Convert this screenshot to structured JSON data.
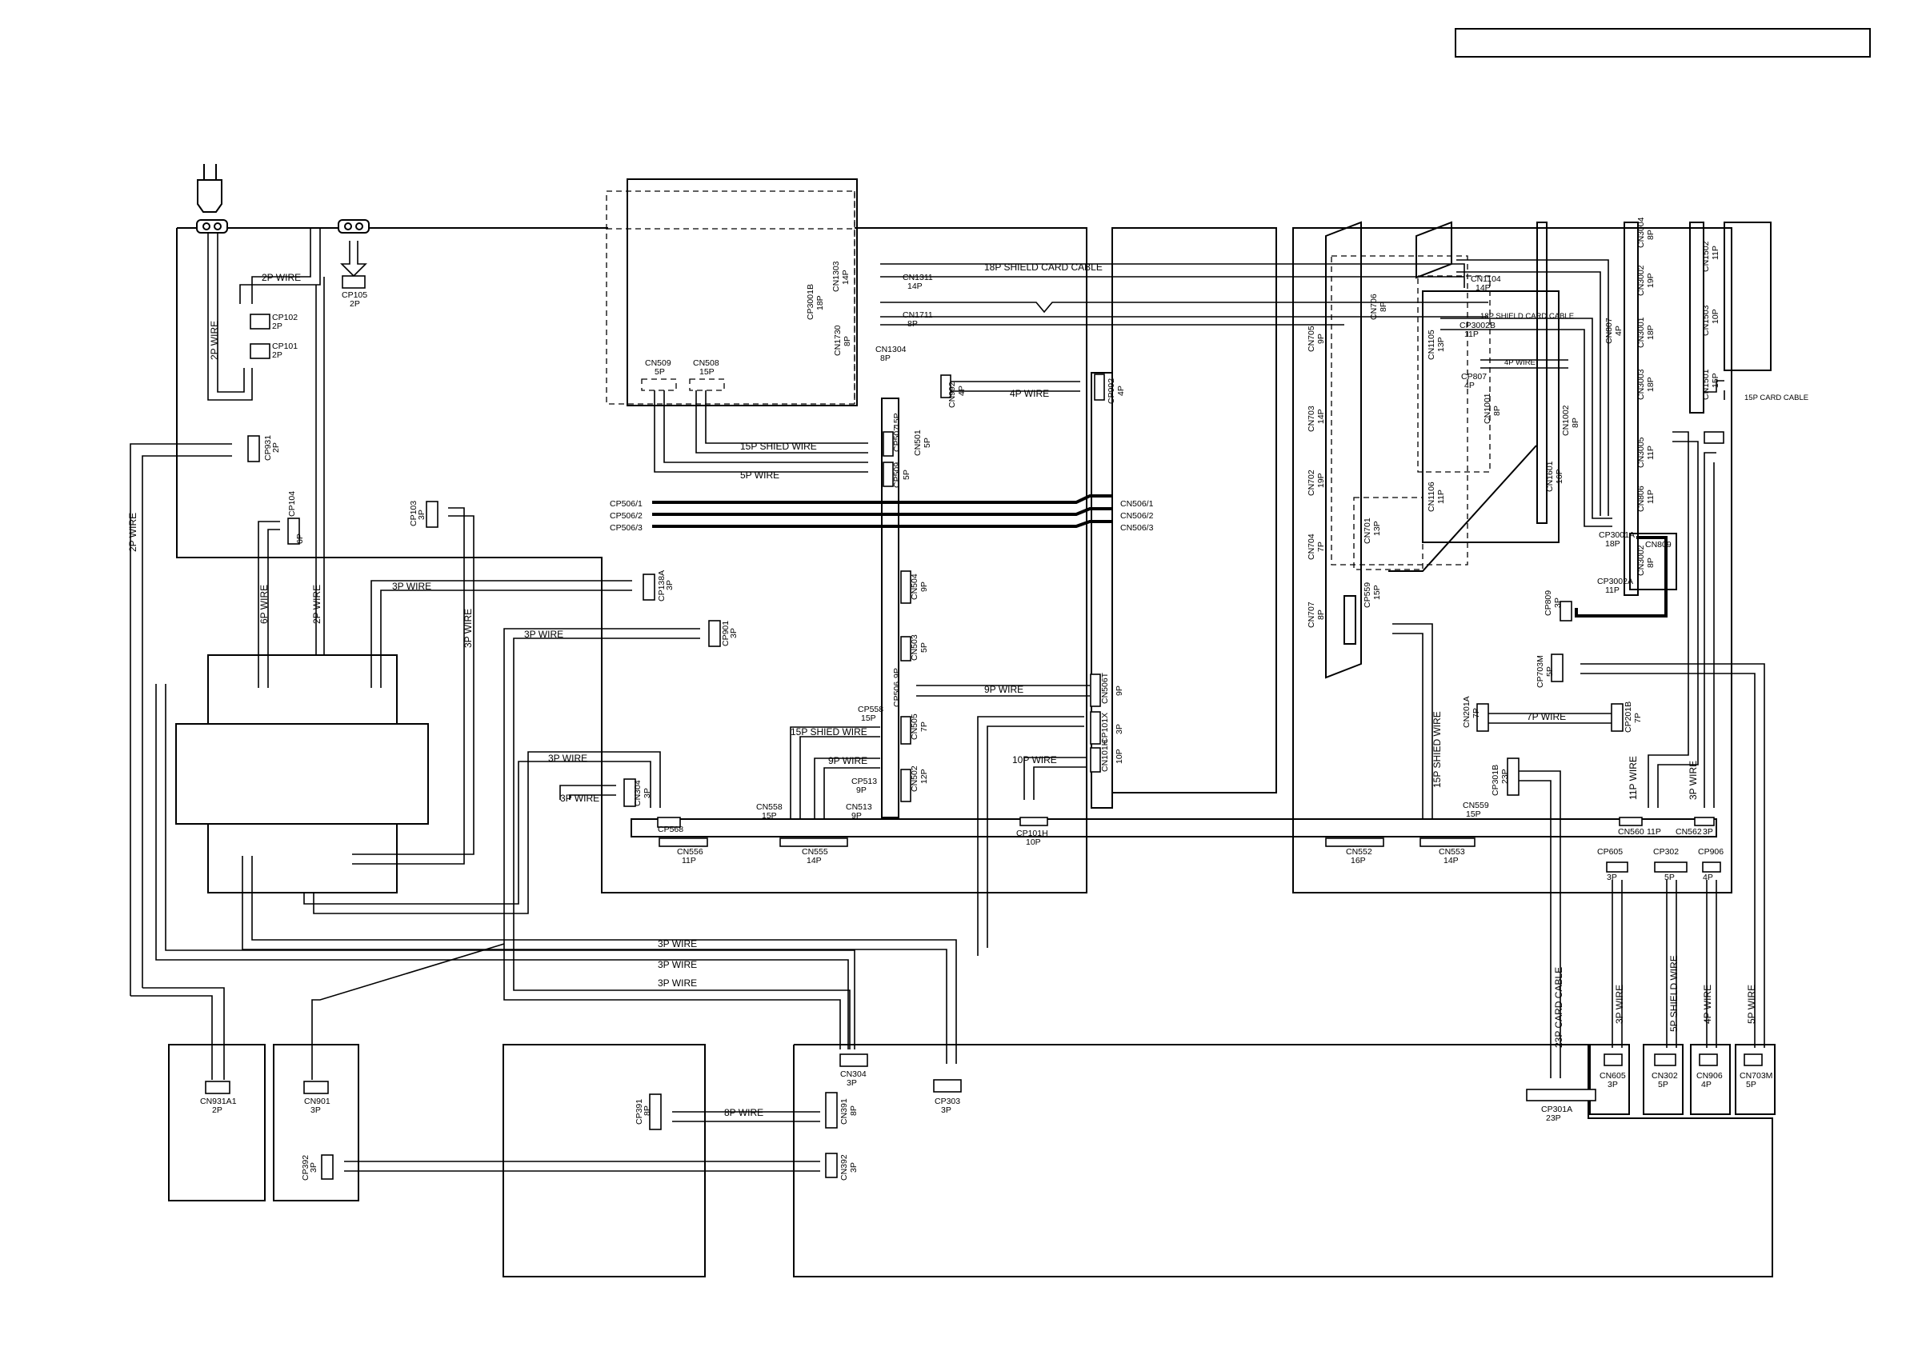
{
  "header": {
    "box": ""
  },
  "wires": {
    "w_2p_a": "2P WIRE",
    "w_2p_b": "2P WIRE",
    "w_2p_c": "2P WIRE",
    "w_2p_d": "2P WIRE",
    "w_6p": "6P WIRE",
    "w_3p_a": "3P WIRE",
    "w_3p_b": "3P WIRE",
    "w_3p_c": "3P WIRE",
    "w_3p_d": "3P WIRE",
    "w_3p_e": "3P WIRE",
    "w_3p_f": "3P WIRE",
    "w_3p_g": "3P WIRE",
    "w_3p_h": "3P WIRE",
    "w_3p_i": "3P WIRE",
    "w_3p_j": "3P WIRE",
    "w_4p": "4P WIRE",
    "w_4p_b": "4P WIRE",
    "w_4p_c": "4P WIRE",
    "w_5p": "5P WIRE",
    "w_5p_b": "5P WIRE",
    "w_7p": "7P WIRE",
    "w_8p": "8P WIRE",
    "w_9p": "9P WIRE",
    "w_9p_b": "9P WIRE",
    "w_10p": "10P WIRE",
    "w_11p": "11P WIRE",
    "w_15p_shied": "15P SHIED WIRE",
    "w_15p_shied_b": "15P SHIED WIRE",
    "w_15p_shied_c": "15P SHIED WIRE",
    "w_18p_shield": "18P SHIELD CARD CABLE",
    "w_18p_shield_b": "18P SHIELD CARD CABLE",
    "w_15p_card": "15P CARD CABLE",
    "w_23p_card": "23P CARD CABLE",
    "w_5p_shield": "5P SHIELD WIRE",
    "w_3p_v": "3P WIRE"
  },
  "connectors": {
    "cp102": [
      "CP102",
      "2P"
    ],
    "cp101": [
      "CP101",
      "2P"
    ],
    "cp105": [
      "CP105",
      "2P"
    ],
    "cp931": [
      "CP931",
      "2P"
    ],
    "cp104": [
      "CP104",
      "6P"
    ],
    "cp103": [
      "CP103",
      "3P"
    ],
    "cp138a": [
      "CP138A",
      "3P"
    ],
    "cp901": [
      "CP901",
      "3P"
    ],
    "cn509": [
      "CN509",
      "5P"
    ],
    "cn508": [
      "CN508",
      "15P"
    ],
    "cp3001b": [
      "CP3001B",
      "18P"
    ],
    "cn1303": [
      "CN1303",
      "14P"
    ],
    "cn1311": [
      "CN1311",
      "14P"
    ],
    "cn1711": [
      "CN1711",
      "8P"
    ],
    "cn1730": [
      "CN1730",
      "8P"
    ],
    "cn1304": [
      "CN1304",
      "8P"
    ],
    "cn992": [
      "CN992",
      "4P"
    ],
    "cp992": [
      "CP992",
      "4P"
    ],
    "cp507": [
      "CP507",
      "15P"
    ],
    "cp509": [
      "CP509",
      "5P"
    ],
    "cn501": [
      "CN501",
      "5P"
    ],
    "cp506_1": [
      "CP506/1",
      ""
    ],
    "cp506_2": [
      "CP506/2",
      ""
    ],
    "cp506_3": [
      "CP506/3",
      ""
    ],
    "cn506_1": [
      "CN506/1",
      ""
    ],
    "cn506_2": [
      "CN506/2",
      ""
    ],
    "cn506_3": [
      "CN506/3",
      ""
    ],
    "cn504": [
      "CN504",
      "9P"
    ],
    "cn503": [
      "CN503",
      "5P"
    ],
    "cp506": [
      "CP506",
      "9P"
    ],
    "cn506t": [
      "CN506T",
      "9P"
    ],
    "cp558": [
      "CP558",
      "15P"
    ],
    "cn505": [
      "CN505",
      "7P"
    ],
    "cp101x": [
      "CP101X",
      "3P"
    ],
    "cp513": [
      "CP513",
      "9P"
    ],
    "cn502": [
      "CN502",
      "12P"
    ],
    "cn101h": [
      "CN101H",
      "10P"
    ],
    "cn558": [
      "CN558",
      "15P"
    ],
    "cn513": [
      "CN513",
      "9P"
    ],
    "cp568": [
      "CP568",
      ""
    ],
    "cn304a": [
      "CN304",
      "3P"
    ],
    "cn556": [
      "CN556",
      "11P"
    ],
    "cn555": [
      "CN555",
      "14P"
    ],
    "cp101h": [
      "CP101H",
      "10P"
    ],
    "cn705": [
      "CN705",
      "9P"
    ],
    "cn706": [
      "CN706",
      "8P"
    ],
    "cn703": [
      "CN703",
      "14P"
    ],
    "cn702": [
      "CN702",
      "19P"
    ],
    "cn704": [
      "CN704",
      "7P"
    ],
    "cn707": [
      "CN707",
      "8P"
    ],
    "cn701": [
      "CN701",
      "13P"
    ],
    "cp559": [
      "CP559",
      "15P"
    ],
    "cn1104": [
      "CN1104",
      "14P"
    ],
    "cn1105": [
      "CN1105",
      "13P"
    ],
    "cn1106": [
      "CN1106",
      "11P"
    ],
    "cp3002b": [
      "CP3002B",
      "11P"
    ],
    "cp807": [
      "CP807",
      "4P"
    ],
    "cn1001": [
      "CN1001",
      "8P"
    ],
    "cn1002": [
      "CN1002",
      "8P"
    ],
    "cn1601": [
      "CN1601",
      "16P"
    ],
    "cn807": [
      "CN807",
      "4P"
    ],
    "cn3004": [
      "CN3004",
      "8P"
    ],
    "cn3002": [
      "CN3002",
      "19P"
    ],
    "cn3001": [
      "CN3001",
      "18P"
    ],
    "cn3003": [
      "CN3003",
      "18P"
    ],
    "cn3005": [
      "CN3005",
      "11P"
    ],
    "cn806": [
      "CN806",
      "11P"
    ],
    "cp3001a": [
      "CP3001A",
      "18P"
    ],
    "cp3002a": [
      "CP3002A",
      "11P"
    ],
    "cn3002b": [
      "CN3002",
      "8P"
    ],
    "cn809": [
      "CN809",
      ""
    ],
    "cp809": [
      "CP809",
      "3P"
    ],
    "cn1502": [
      "CN1502",
      "11P"
    ],
    "cn1503": [
      "CN1503",
      "10P"
    ],
    "cn1501": [
      "CN1501",
      "15P"
    ],
    "cp703m": [
      "CP703M",
      "5P"
    ],
    "cn201a": [
      "CN201A",
      "7P"
    ],
    "cp201b": [
      "CP201B",
      "7P"
    ],
    "cp301b": [
      "CP301B",
      "23P"
    ],
    "cn559": [
      "CN559",
      "15P"
    ],
    "cn560": [
      "CN560",
      "11P"
    ],
    "cn562": [
      "CN562",
      "3P"
    ],
    "cn552": [
      "CN552",
      "16P"
    ],
    "cn553": [
      "CN553",
      "14P"
    ],
    "cp605": [
      "CP605",
      "3P"
    ],
    "cp302": [
      "CP302",
      "5P"
    ],
    "cp906": [
      "CP906",
      "4P"
    ],
    "cn931a1": [
      "CN931A1",
      "2P"
    ],
    "cn901": [
      "CN901",
      "3P"
    ],
    "cp391": [
      "CP391",
      "8P"
    ],
    "cn391": [
      "CN391",
      "8P"
    ],
    "cp392": [
      "CP392",
      "3P"
    ],
    "cn392": [
      "CN392",
      "3P"
    ],
    "cn304b": [
      "CN304",
      "3P"
    ],
    "cp303": [
      "CP303",
      "3P"
    ],
    "cp301a": [
      "CP301A",
      "23P"
    ],
    "cn605": [
      "CN605",
      "3P"
    ],
    "cn302": [
      "CN302",
      "5P"
    ],
    "cn906": [
      "CN906",
      "4P"
    ],
    "cn703m": [
      "CN703M",
      "5P"
    ]
  }
}
